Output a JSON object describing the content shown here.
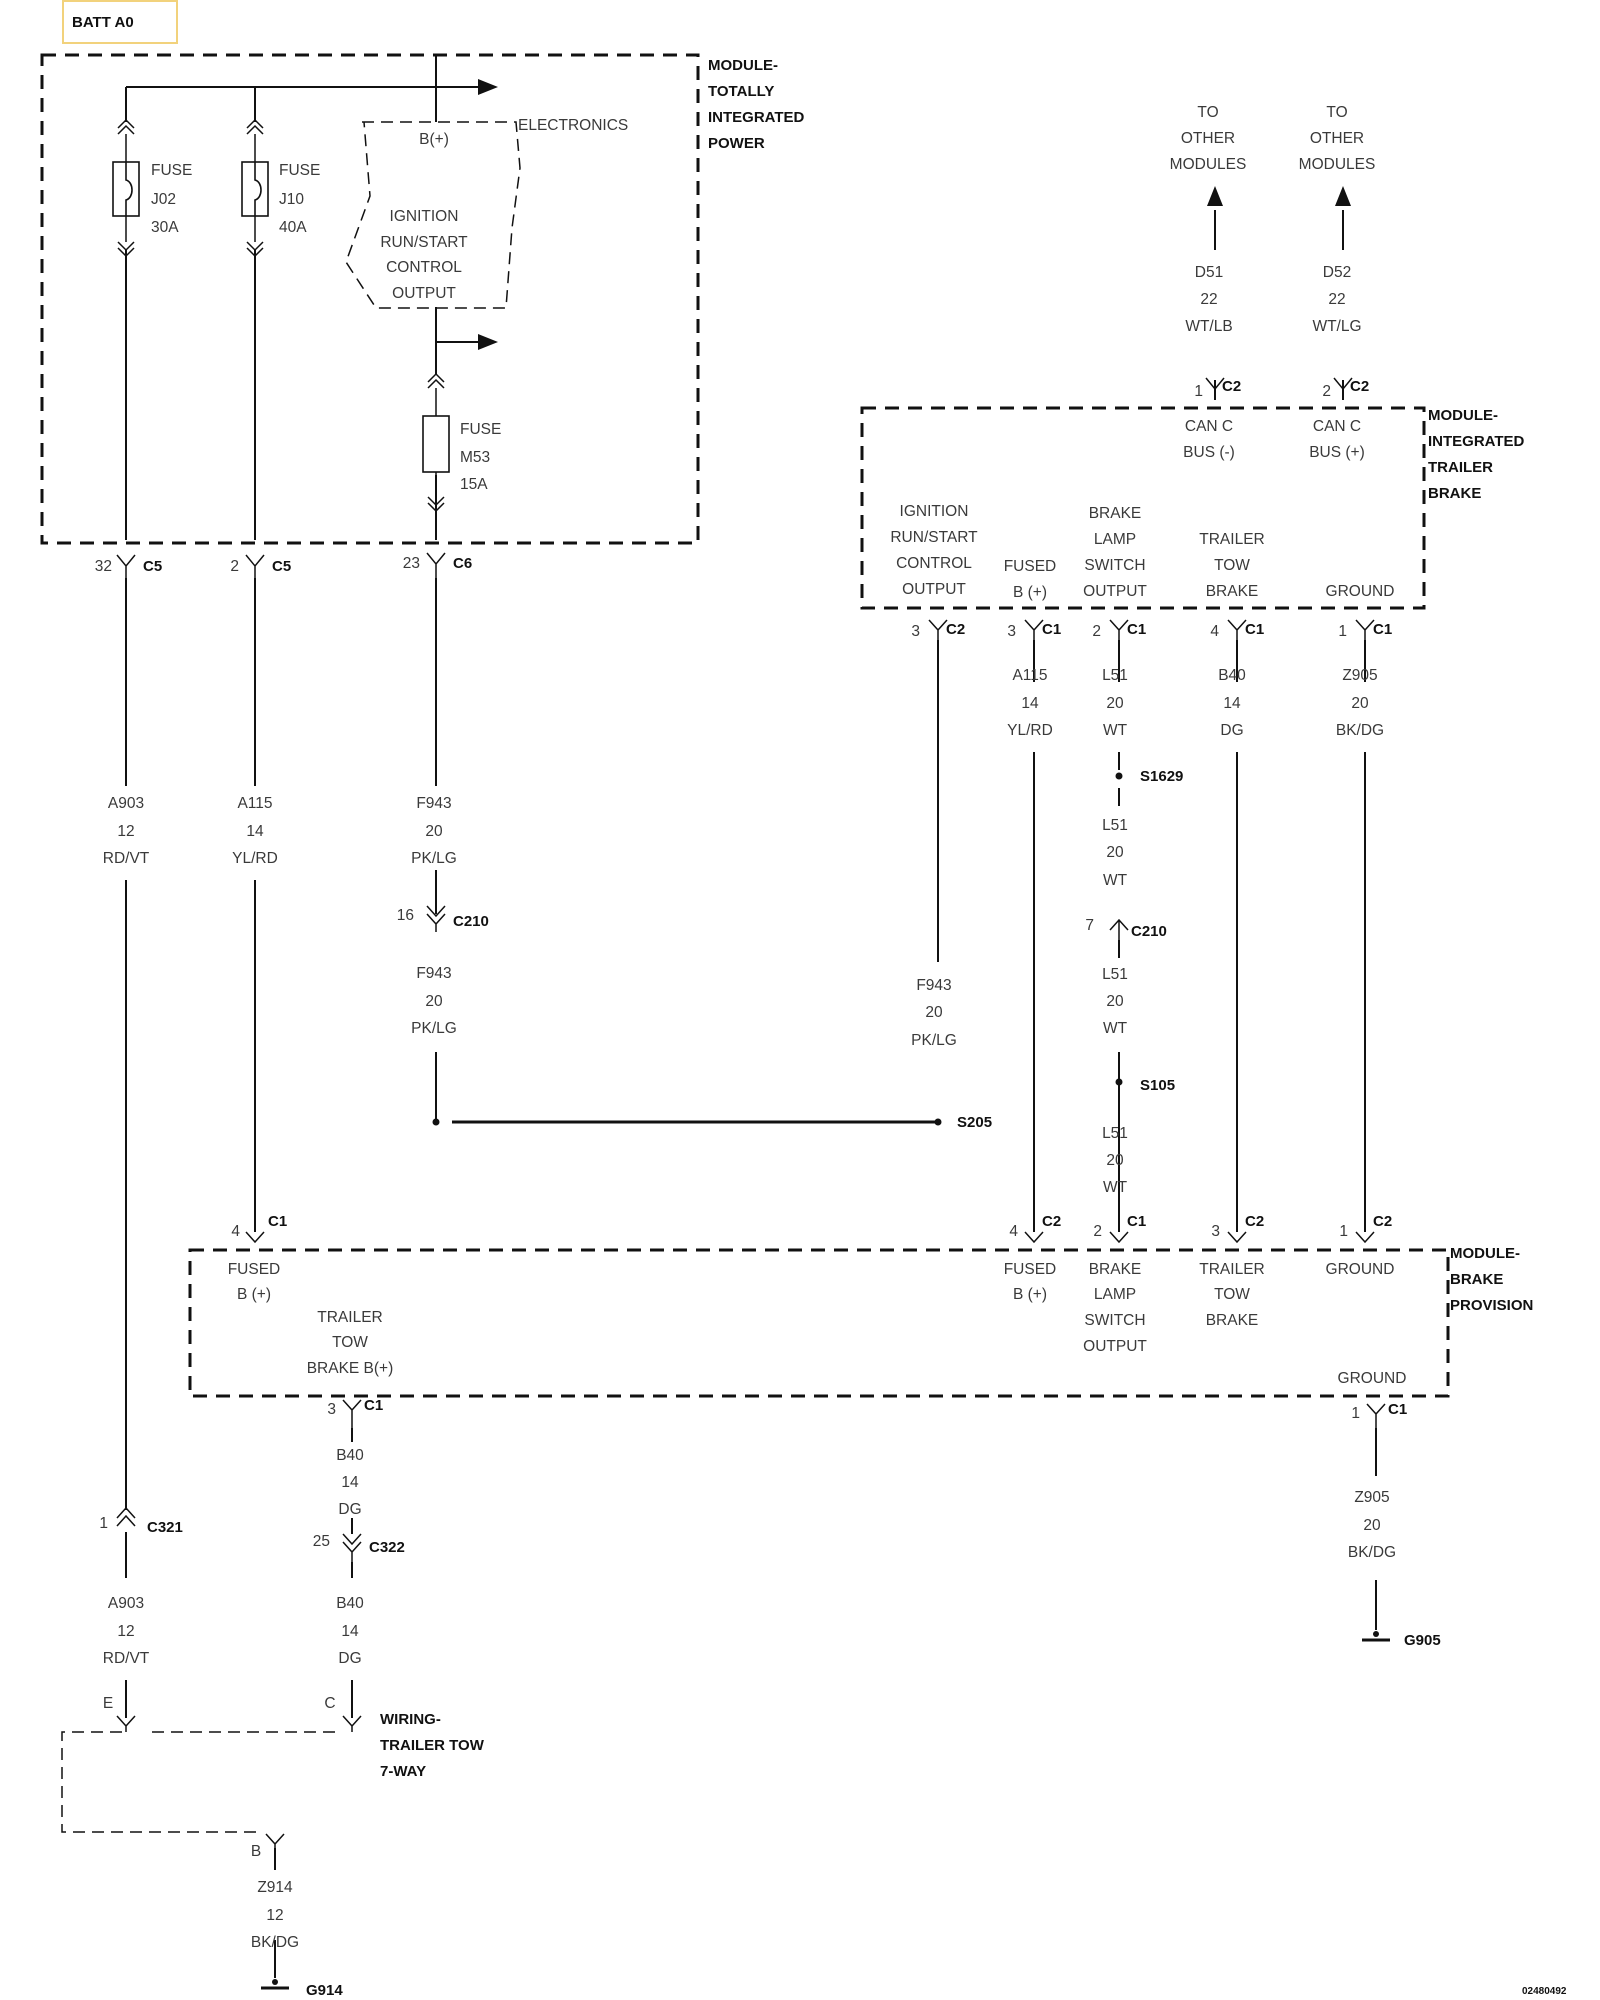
{
  "batt": "BATT A0",
  "modules": {
    "tip": [
      "MODULE-",
      "TOTALLY",
      "INTEGRATED",
      "POWER"
    ],
    "itb": [
      "MODULE-",
      "INTEGRATED",
      "TRAILER",
      "BRAKE"
    ],
    "bp": [
      "MODULE-",
      "BRAKE",
      "PROVISION"
    ],
    "tow": [
      "WIRING-",
      "TRAILER TOW",
      "7-WAY"
    ]
  },
  "tip_internal": {
    "electronics": "ELECTRONICS",
    "bplus": "B(+)",
    "ign": [
      "IGNITION",
      "RUN/START",
      "CONTROL",
      "OUTPUT"
    ],
    "fuse_j02": [
      "FUSE",
      "J02",
      "30A"
    ],
    "fuse_j10": [
      "FUSE",
      "J10",
      "40A"
    ],
    "fuse_m53": [
      "FUSE",
      "M53",
      "15A"
    ]
  },
  "to_other": [
    "TO",
    "OTHER",
    "MODULES"
  ],
  "itb_pins": {
    "can_minus": [
      "CAN C",
      "BUS (-)"
    ],
    "can_plus": [
      "CAN C",
      "BUS (+)"
    ],
    "ign": [
      "IGNITION",
      "RUN/START",
      "CONTROL",
      "OUTPUT"
    ],
    "fused": [
      "FUSED",
      "B (+)"
    ],
    "brake_lamp": [
      "BRAKE",
      "LAMP",
      "SWITCH",
      "OUTPUT"
    ],
    "trailer_tow": [
      "TRAILER",
      "TOW",
      "BRAKE"
    ],
    "ground": [
      "GROUND"
    ]
  },
  "bp_pins": {
    "fused_left": [
      "FUSED",
      "B (+)"
    ],
    "trailer_tow_bplus": [
      "TRAILER",
      "TOW",
      "BRAKE B(+)"
    ],
    "fused_right": [
      "FUSED",
      "B (+)"
    ],
    "brake_lamp": [
      "BRAKE",
      "LAMP",
      "SWITCH",
      "OUTPUT"
    ],
    "trailer_tow": [
      "TRAILER",
      "TOW",
      "BRAKE"
    ],
    "ground_top": [
      "GROUND"
    ],
    "ground_bottom": [
      "GROUND"
    ]
  },
  "wires": {
    "d51": [
      "D51",
      "22",
      "WT/LB"
    ],
    "d52": [
      "D52",
      "22",
      "WT/LG"
    ],
    "a903_top": [
      "A903",
      "12",
      "RD/VT"
    ],
    "a115_left": [
      "A115",
      "14",
      "YL/RD"
    ],
    "f943_1": [
      "F943",
      "20",
      "PK/LG"
    ],
    "f943_2": [
      "F943",
      "20",
      "PK/LG"
    ],
    "f943_3": [
      "F943",
      "20",
      "PK/LG"
    ],
    "a115_right": [
      "A115",
      "14",
      "YL/RD"
    ],
    "l51_1": [
      "L51",
      "20",
      "WT"
    ],
    "l51_2": [
      "L51",
      "20",
      "WT"
    ],
    "l51_3": [
      "L51",
      "20",
      "WT"
    ],
    "l51_4": [
      "L51",
      "20",
      "WT"
    ],
    "b40_top": [
      "B40",
      "14",
      "DG"
    ],
    "z905_top": [
      "Z905",
      "20",
      "BK/DG"
    ],
    "b40_mid": [
      "B40",
      "14",
      "DG"
    ],
    "b40_low": [
      "B40",
      "14",
      "DG"
    ],
    "a903_low": [
      "A903",
      "12",
      "RD/VT"
    ],
    "z905_low": [
      "Z905",
      "20",
      "BK/DG"
    ],
    "z914": [
      "Z914",
      "12",
      "BK/DG"
    ]
  },
  "connectors": {
    "c5_32": {
      "pin": "32",
      "name": "C5"
    },
    "c5_2": {
      "pin": "2",
      "name": "C5"
    },
    "c6_23": {
      "pin": "23",
      "name": "C6"
    },
    "itb_c2_1": {
      "pin": "1",
      "name": "C2"
    },
    "itb_c2_2": {
      "pin": "2",
      "name": "C2"
    },
    "itb_c2_3": {
      "pin": "3",
      "name": "C2"
    },
    "itb_c1_3": {
      "pin": "3",
      "name": "C1"
    },
    "itb_c1_2": {
      "pin": "2",
      "name": "C1"
    },
    "itb_c1_4": {
      "pin": "4",
      "name": "C1"
    },
    "itb_c1_1": {
      "pin": "1",
      "name": "C1"
    },
    "c210_16": {
      "pin": "16",
      "name": "C210"
    },
    "c210_7": {
      "pin": "7",
      "name": "C210"
    },
    "bp_c1_4": {
      "pin": "4",
      "name": "C1"
    },
    "bp_c2_4": {
      "pin": "4",
      "name": "C2"
    },
    "bp_c1_2": {
      "pin": "2",
      "name": "C1"
    },
    "bp_c2_3": {
      "pin": "3",
      "name": "C2"
    },
    "bp_c2_1": {
      "pin": "1",
      "name": "C2"
    },
    "bp_c1_3": {
      "pin": "3",
      "name": "C1"
    },
    "bp_c1_1": {
      "pin": "1",
      "name": "C1"
    },
    "c321_1": {
      "pin": "1",
      "name": "C321"
    },
    "c322_25": {
      "pin": "25",
      "name": "C322"
    },
    "tow_e": {
      "pin": "E"
    },
    "tow_c": {
      "pin": "C"
    },
    "tow_b": {
      "pin": "B"
    }
  },
  "splices": {
    "s1629": "S1629",
    "s205": "S205",
    "s105": "S105"
  },
  "grounds": {
    "g905": "G905",
    "g914": "G914"
  },
  "doc_id": "02480492",
  "colors": {
    "line": "#111111",
    "text": "#3a3a3a",
    "highlight": "#f2d27c"
  }
}
